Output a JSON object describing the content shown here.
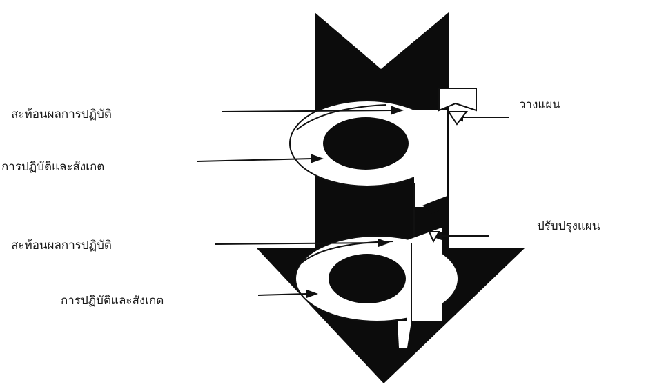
{
  "labels": {
    "reflect_1": "สะท้อนผลการปฏิบัติ",
    "act_observe_1": "การปฏิบัติและสังเกต",
    "reflect_2": "สะท้อนผลการปฏิบัติ",
    "act_observe_2": "การปฏิบัติและสังเกต",
    "plan": "วางแผน",
    "revise_plan": "ปรับปรุงแผน"
  },
  "colors": {
    "arrow_fill": "#0c0c0c",
    "spiral_fill": "#ffffff",
    "stroke": "#111111",
    "text": "#1a1a1a"
  }
}
